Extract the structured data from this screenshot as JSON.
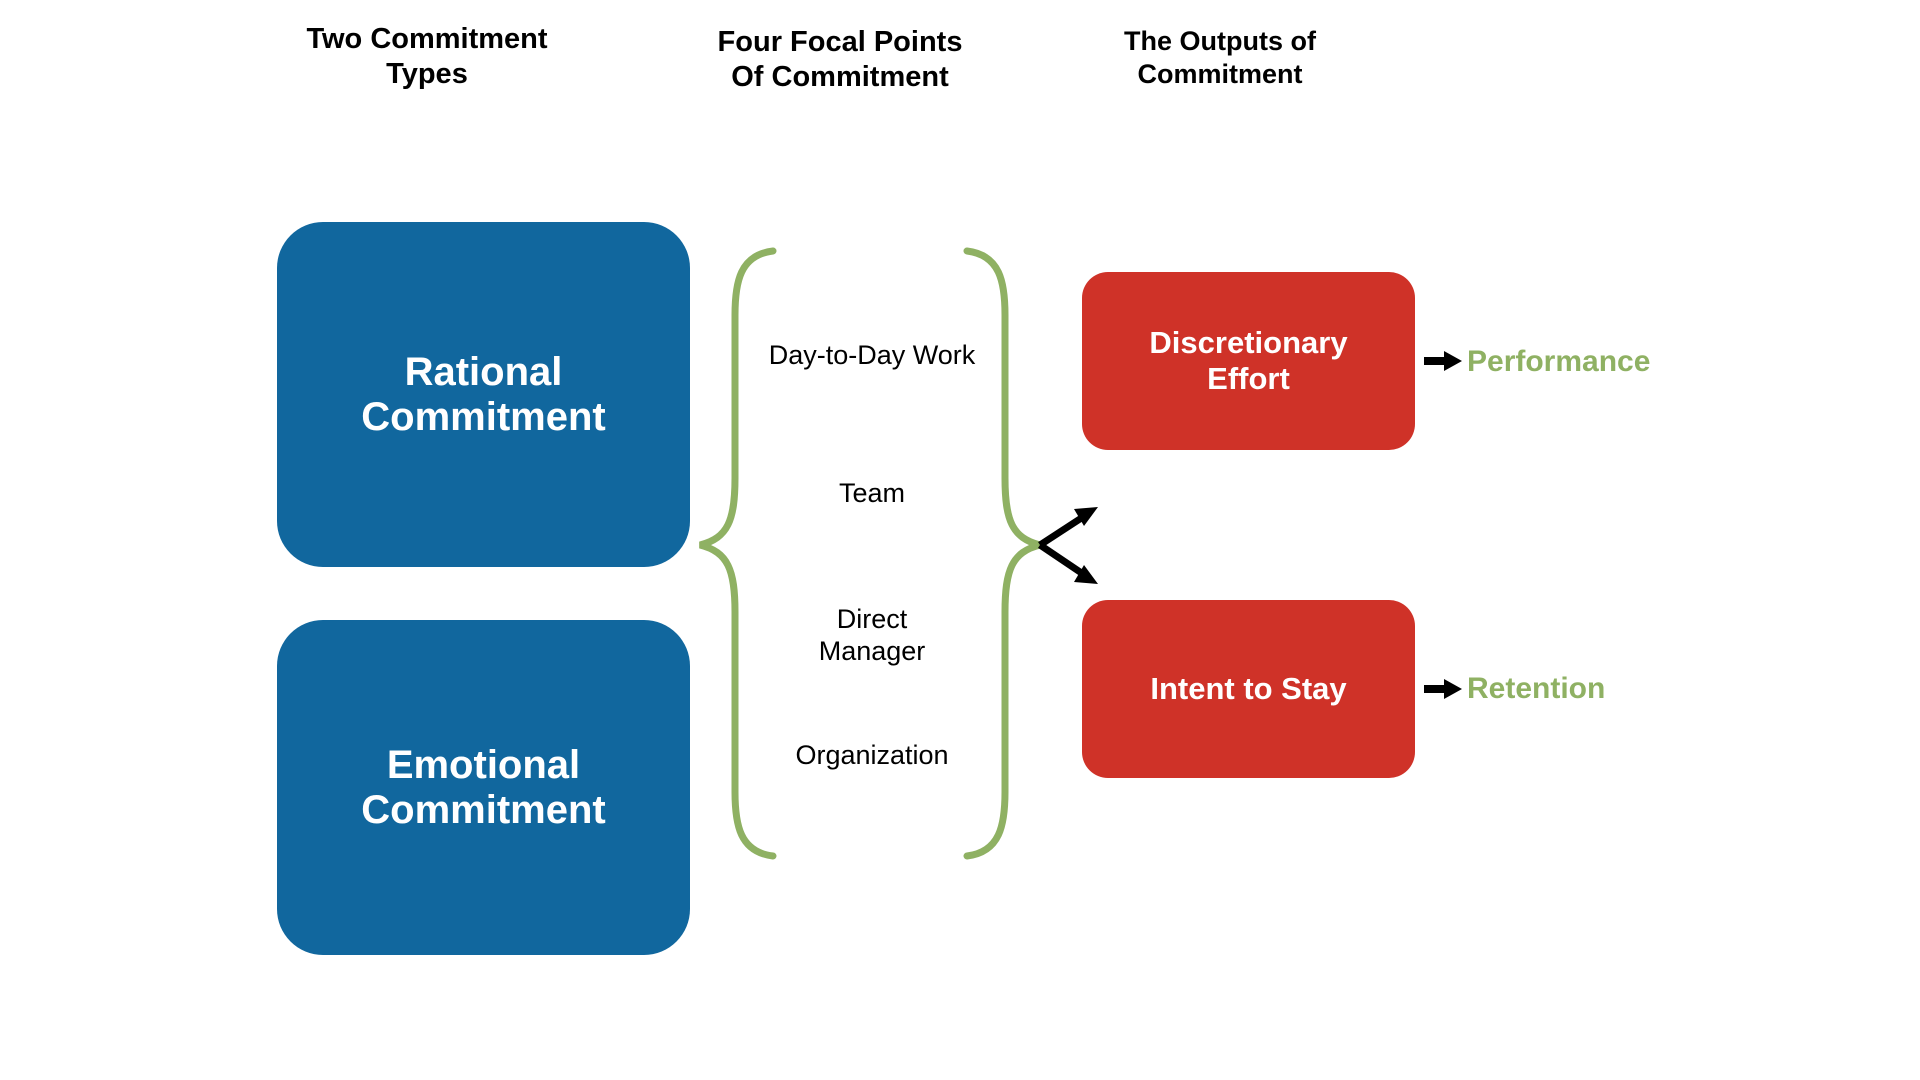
{
  "diagram": {
    "title_columns": [
      {
        "id": "types",
        "label": "Two Commitment\nTypes"
      },
      {
        "id": "focal",
        "label": "Four Focal Points\nOf Commitment"
      },
      {
        "id": "outputs",
        "label": "The Outputs of\nCommitment"
      }
    ],
    "commitment_types": [
      {
        "id": "rational",
        "label": "Rational\nCommitment"
      },
      {
        "id": "emotional",
        "label": "Emotional\nCommitment"
      }
    ],
    "focal_points": [
      {
        "id": "day-to-day-work",
        "label": "Day-to-Day Work"
      },
      {
        "id": "team",
        "label": "Team"
      },
      {
        "id": "direct-manager",
        "label": "Direct\nManager"
      },
      {
        "id": "organization",
        "label": "Organization"
      }
    ],
    "outputs": [
      {
        "id": "discretionary-effort",
        "label": "Discretionary\nEffort"
      },
      {
        "id": "intent-to-stay",
        "label": "Intent to Stay"
      }
    ],
    "outcomes": [
      {
        "id": "performance",
        "label": "Performance"
      },
      {
        "id": "retention",
        "label": "Retention"
      }
    ],
    "connectors": [
      {
        "id": "brace-left",
        "icon": "left-curly-brace-icon"
      },
      {
        "id": "brace-right",
        "icon": "right-curly-brace-icon"
      },
      {
        "id": "arrow-branch-up",
        "icon": "arrow-right-up-icon"
      },
      {
        "id": "arrow-branch-down",
        "icon": "arrow-right-down-icon"
      },
      {
        "id": "arrow-performance",
        "icon": "arrow-right-icon"
      },
      {
        "id": "arrow-retention",
        "icon": "arrow-right-icon"
      }
    ],
    "colors": {
      "commitment_blue": "#11679E",
      "output_red": "#CF3228",
      "brace_green": "#8FB163",
      "outcome_green": "#8FB163",
      "arrow_black": "#000000",
      "background": "#FFFFFF",
      "box_text": "#FFFFFF",
      "label_text": "#000000"
    }
  }
}
